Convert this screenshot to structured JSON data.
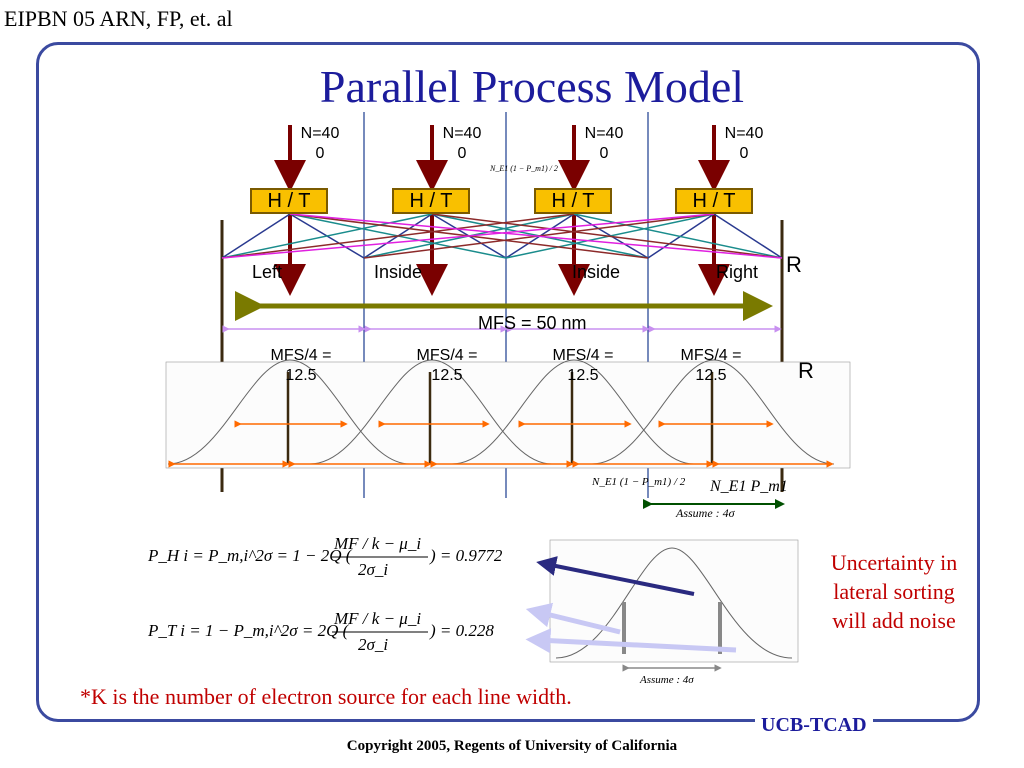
{
  "header": "EIPBN 05 ARN, FP, et. al",
  "title": "Parallel Process Model",
  "sources": [
    {
      "n_label": "N=40\n0",
      "box": "H / T"
    },
    {
      "n_label": "N=40\n0",
      "box": "H / T"
    },
    {
      "n_label": "N=40\n0",
      "box": "H / T"
    },
    {
      "n_label": "N=40\n0",
      "box": "H / T"
    }
  ],
  "region_labels": {
    "left": "Left",
    "inside1": "Inside",
    "inside2": "Inside",
    "right": "Right"
  },
  "r_label_top": "R",
  "r_label_mid": "R",
  "mfs_total": "MFS = 50 nm",
  "mfs_quarter": [
    "MFS/4 =\n12.5",
    "MFS/4 =\n12.5",
    "MFS/4 =\n12.5",
    "MFS/4 =\n12.5"
  ],
  "small_formula": "N_E1 (1 − P_m1) / 2",
  "assume_right": "Assume : 4σ",
  "assume_bottom": "Assume : 4σ",
  "formula_NP": "N_E1 P_m1",
  "eq1": {
    "lhs": "P_H i = P_m,i^2σ = 1 − 2Q (",
    "num": "MF / k − μ_i",
    "den": "2σ_i",
    "rhs": ") = 0.9772"
  },
  "eq2": {
    "lhs": "P_T i = 1 − P_m,i^2σ = 2Q (",
    "num": "MF / k − μ_i",
    "den": "2σ_i",
    "rhs": ") = 0.228"
  },
  "uncertainty_note": "Uncertainty in lateral sorting will add noise",
  "footnote": "*K is the number of electron source for each line width.",
  "footer": "UCB-TCAD",
  "copyright": "Copyright 2005, Regents of University of California",
  "colors": {
    "frame": "#3b4aa0",
    "title": "#1c1c9c",
    "arrow_down": "#7a0000",
    "box_fill": "#f9c000",
    "mfs_arrow": "#7a7a00",
    "bracket": "#c890f0",
    "orange": "#ff6a00",
    "red_text": "#c00000"
  }
}
